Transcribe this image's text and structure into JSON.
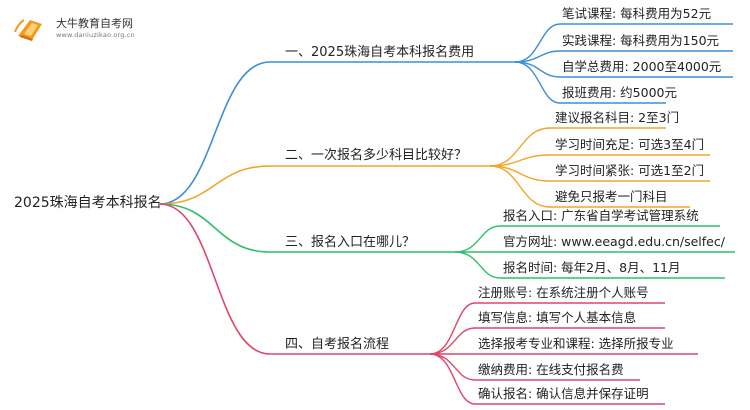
{
  "logo": {
    "title": "大牛教育自考网",
    "url": "www.daniuzikao.org.cn"
  },
  "mindmap": {
    "root": "2025珠海自考本科报名",
    "branches": [
      {
        "label": "一、2025珠海自考本科报名费用",
        "color": "#3b8ed8",
        "items": [
          "笔试课程: 每科费用为52元",
          "实践课程: 每科费用为150元",
          "自学总费用: 2000至4000元",
          "报班费用: 约5000元"
        ]
      },
      {
        "label": "二、一次报名多少科目比较好？",
        "color": "#f2a52a",
        "items": [
          "建议报名科目: 2至3门",
          "学习时间充足: 可选3至4门",
          "学习时间紧张: 可选1至2门",
          "避免只报考一门科目"
        ]
      },
      {
        "label": "三、报名入口在哪儿？",
        "color": "#2fbf6a",
        "items": [
          "报名入口: 广东省自学考试管理系统",
          "官方网址: www.eeagd.edu.cn/selfec/",
          "报名时间: 每年2月、8月、11月"
        ]
      },
      {
        "label": "四、自考报名流程",
        "color": "#e0456a",
        "items": [
          "注册账号: 在系统注册个人账号",
          "填写信息: 填写个人基本信息",
          "选择报考专业和课程: 选择所报专业",
          "缴纳费用: 在线支付报名费",
          "确认报名: 确认信息并保存证明"
        ]
      }
    ]
  }
}
